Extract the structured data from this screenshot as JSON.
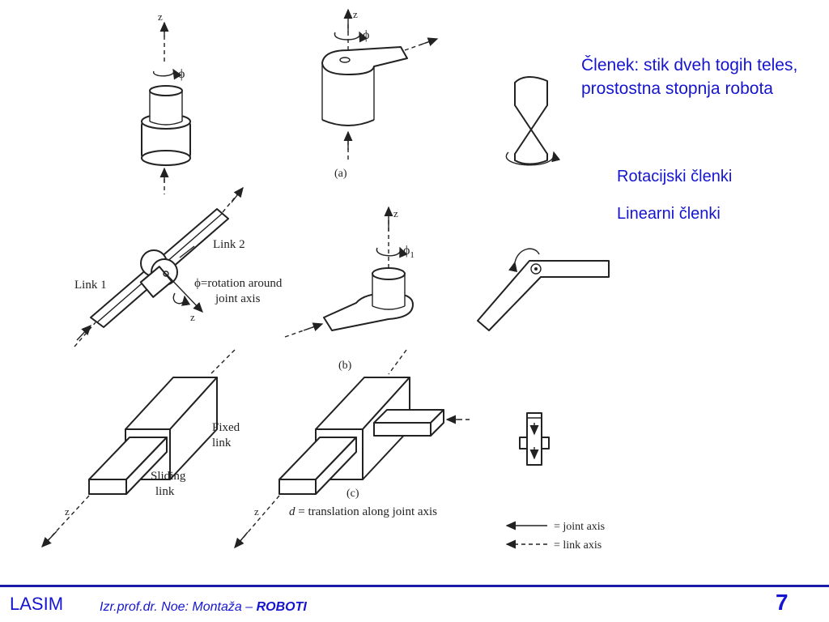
{
  "slide": {
    "title": "Členek: stik dveh togih teles, prostostna stopnja robota",
    "bullets": [
      "Rotacijski členki",
      "Linearni členki"
    ]
  },
  "figure": {
    "labels": {
      "z": "z",
      "phi": "ϕ",
      "phi1": "ϕ",
      "phi1_sub": "1",
      "a": "(a)",
      "b": "(b)",
      "c": "(c)",
      "link1": "Link 1",
      "link2": "Link 2",
      "rotation_line1": "ϕ=rotation around",
      "rotation_line2": "joint axis",
      "fixed_line1": "Fixed",
      "fixed_line2": "link",
      "sliding_line1": "Sliding",
      "sliding_line2": "link",
      "d_var": "d",
      "d_text": " = translation along joint axis",
      "legend_joint": "= joint axis",
      "legend_link": "= link axis"
    }
  },
  "footer": {
    "left": "LASIM",
    "center_prefix": "Izr.prof.dr. Noe: Montaža – ",
    "center_bold": "ROBOTI",
    "page": "7"
  },
  "colors": {
    "text": "#1515cf",
    "rule": "#1a1aa8"
  }
}
